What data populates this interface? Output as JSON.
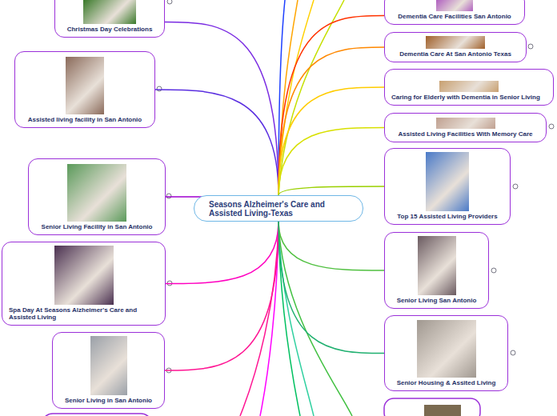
{
  "diagram": {
    "nodes": [
      {
        "text": [
          "Seasons Alzheimer's Care and Assisted Living-Texas"
        ]
      },
      {
        "text": [
          "Christmas Day Celebrations"
        ]
      },
      {
        "text": [
          "Assisted living facility in San Antonio"
        ]
      },
      {
        "text": [
          "Senior Living Facility in San Antonio"
        ]
      },
      {
        "text": [
          "Spa Day At Seasons Alzheimer's Care and Assisted Living"
        ]
      },
      {
        "text": [
          "Senior Living in San Antonio"
        ]
      },
      {
        "text": [
          "Dementia Care Facilities San Antonio"
        ]
      },
      {
        "text": [
          "Dementia Care At San Antonio Texas"
        ]
      },
      {
        "text": [
          "Caring for Elderly with Dementia in Senior Living"
        ]
      },
      {
        "text": [
          "Assisted Living Facilities With Memory Care"
        ]
      },
      {
        "text": [
          "Top 15 Assisted Living Providers"
        ]
      },
      {
        "text": [
          "Senior Living San Antonio"
        ]
      },
      {
        "text": [
          "Senior Housing & Assited Living"
        ]
      }
    ],
    "edges": [
      {
        "from": 0,
        "to": 1,
        "arrow": "none"
      },
      {
        "from": 0,
        "to": 2,
        "arrow": "none"
      },
      {
        "from": 0,
        "to": 3,
        "arrow": "none"
      },
      {
        "from": 0,
        "to": 4,
        "arrow": "none"
      },
      {
        "from": 0,
        "to": 5,
        "arrow": "none"
      },
      {
        "from": 0,
        "to": 6,
        "arrow": "none"
      },
      {
        "from": 0,
        "to": 7,
        "arrow": "none"
      },
      {
        "from": 0,
        "to": 8,
        "arrow": "none"
      },
      {
        "from": 0,
        "to": 9,
        "arrow": "none"
      },
      {
        "from": 0,
        "to": 10,
        "arrow": "none"
      },
      {
        "from": 0,
        "to": 11,
        "arrow": "none"
      },
      {
        "from": 0,
        "to": 12,
        "arrow": "none"
      }
    ]
  }
}
